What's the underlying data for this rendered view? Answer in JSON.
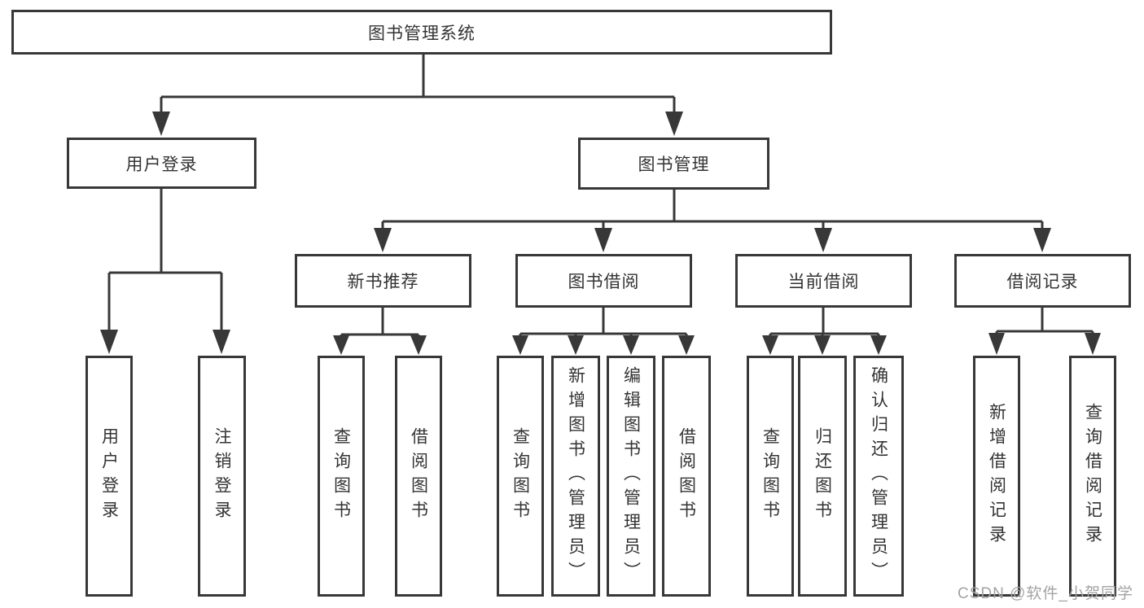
{
  "nodes": {
    "root": "图书管理系统",
    "userLogin": "用户登录",
    "bookMgmt": "图书管理",
    "newBook": "新书推荐",
    "bookBorrow": "图书借阅",
    "currentBorrow": "当前借阅",
    "borrowRecord": "借阅记录",
    "leaves": [
      "用户登录",
      "注销登录",
      "查询图书",
      "借阅图书",
      "查询图书",
      "新增图书（管理员）",
      "编辑图书（管理员）",
      "借阅图书",
      "查询图书",
      "归还图书",
      "确认归还（管理员）",
      "新增借阅记录",
      "查询借阅记录"
    ]
  },
  "watermark": "CSDN @软件_小贺同学",
  "colors": {
    "line": "#383838",
    "text": "#333333",
    "watermark": "#a3a3a3"
  }
}
